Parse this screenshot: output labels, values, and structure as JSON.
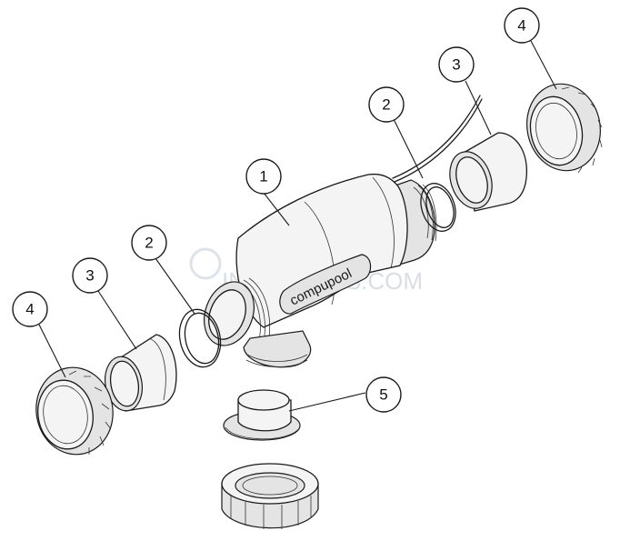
{
  "diagram": {
    "brand_label": "compupool",
    "watermark": "INYOPOOLS.COM",
    "callouts": [
      {
        "id": "c1",
        "label": "1"
      },
      {
        "id": "c2a",
        "label": "2"
      },
      {
        "id": "c2b",
        "label": "2"
      },
      {
        "id": "c3a",
        "label": "3"
      },
      {
        "id": "c3b",
        "label": "3"
      },
      {
        "id": "c4a",
        "label": "4"
      },
      {
        "id": "c4b",
        "label": "4"
      },
      {
        "id": "c5",
        "label": "5"
      }
    ]
  }
}
